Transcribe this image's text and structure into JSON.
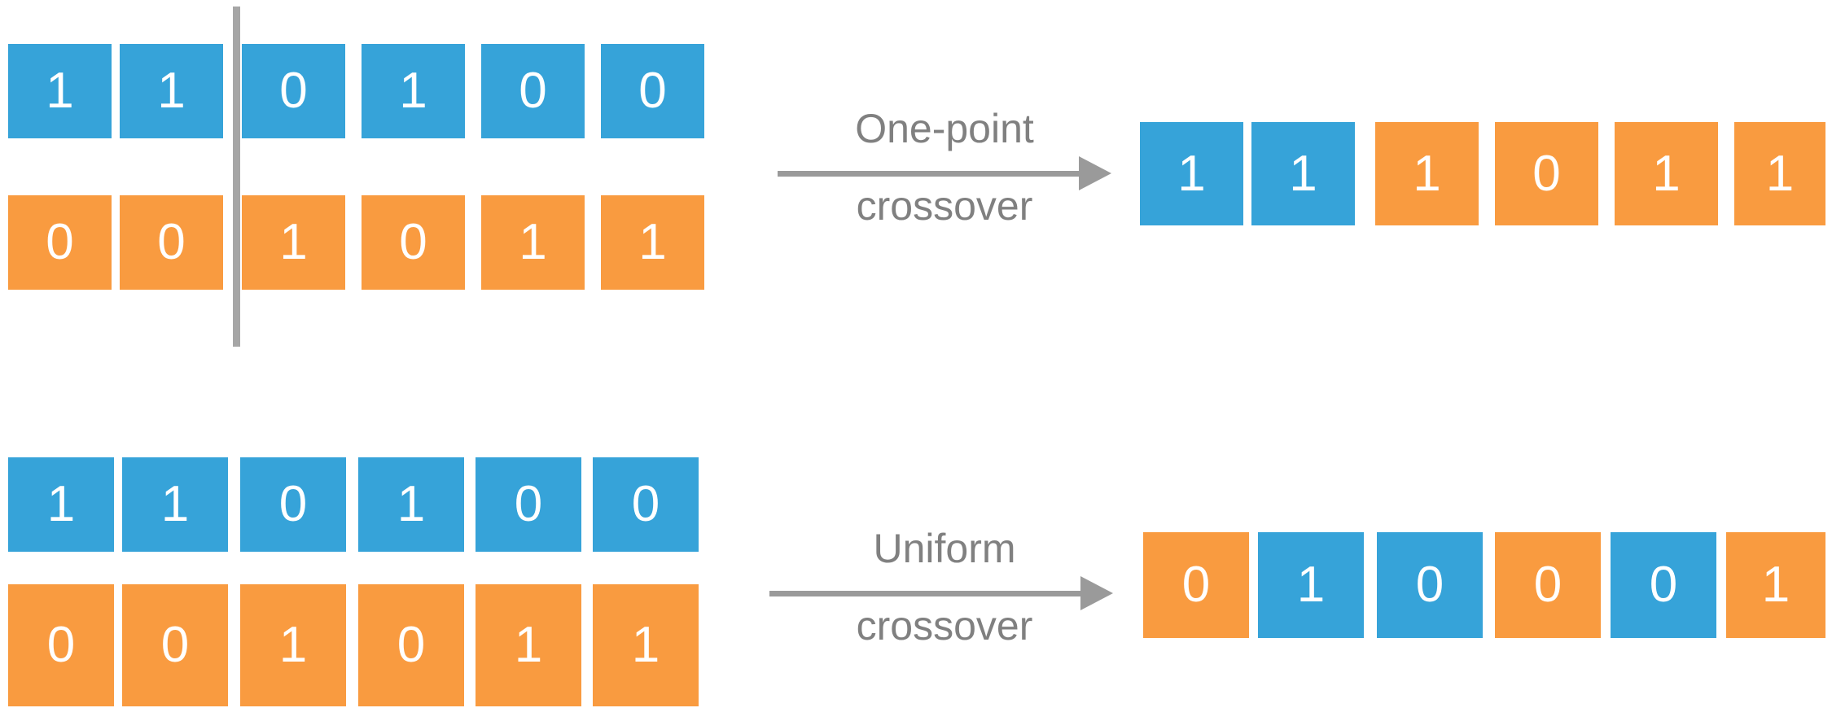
{
  "figure": {
    "title_visible": false,
    "colors": {
      "blue": "#36a3d9",
      "orange": "#f99b40",
      "arrow_gray": "#9a9a9a",
      "split_line_gray": "#a6a6a6",
      "bit_text": "#ffffff",
      "background": "#ffffff"
    }
  },
  "sections": [
    {
      "id": "one-point",
      "operator_label_line1": "One-point",
      "operator_label_line2": "crossover",
      "has_split_line": true,
      "split_after_index": 2,
      "parents": [
        {
          "id": "parent-a",
          "color": "blue",
          "bits": [
            "1",
            "1",
            "0",
            "1",
            "0",
            "0"
          ]
        },
        {
          "id": "parent-b",
          "color": "orange",
          "bits": [
            "0",
            "0",
            "1",
            "0",
            "1",
            "1"
          ]
        }
      ],
      "child": {
        "id": "offspring",
        "bits": [
          "1",
          "1",
          "1",
          "0",
          "1",
          "1"
        ],
        "sources": [
          "blue",
          "blue",
          "orange",
          "orange",
          "orange",
          "orange"
        ]
      }
    },
    {
      "id": "uniform",
      "operator_label_line1": "Uniform",
      "operator_label_line2": "crossover",
      "has_split_line": false,
      "split_after_index": null,
      "parents": [
        {
          "id": "parent-a",
          "color": "blue",
          "bits": [
            "1",
            "1",
            "0",
            "1",
            "0",
            "0"
          ]
        },
        {
          "id": "parent-b",
          "color": "orange",
          "bits": [
            "0",
            "0",
            "1",
            "0",
            "1",
            "1"
          ]
        }
      ],
      "child": {
        "id": "offspring",
        "bits": [
          "0",
          "1",
          "0",
          "0",
          "0",
          "1"
        ],
        "sources": [
          "orange",
          "blue",
          "blue",
          "orange",
          "blue",
          "orange"
        ]
      }
    }
  ]
}
